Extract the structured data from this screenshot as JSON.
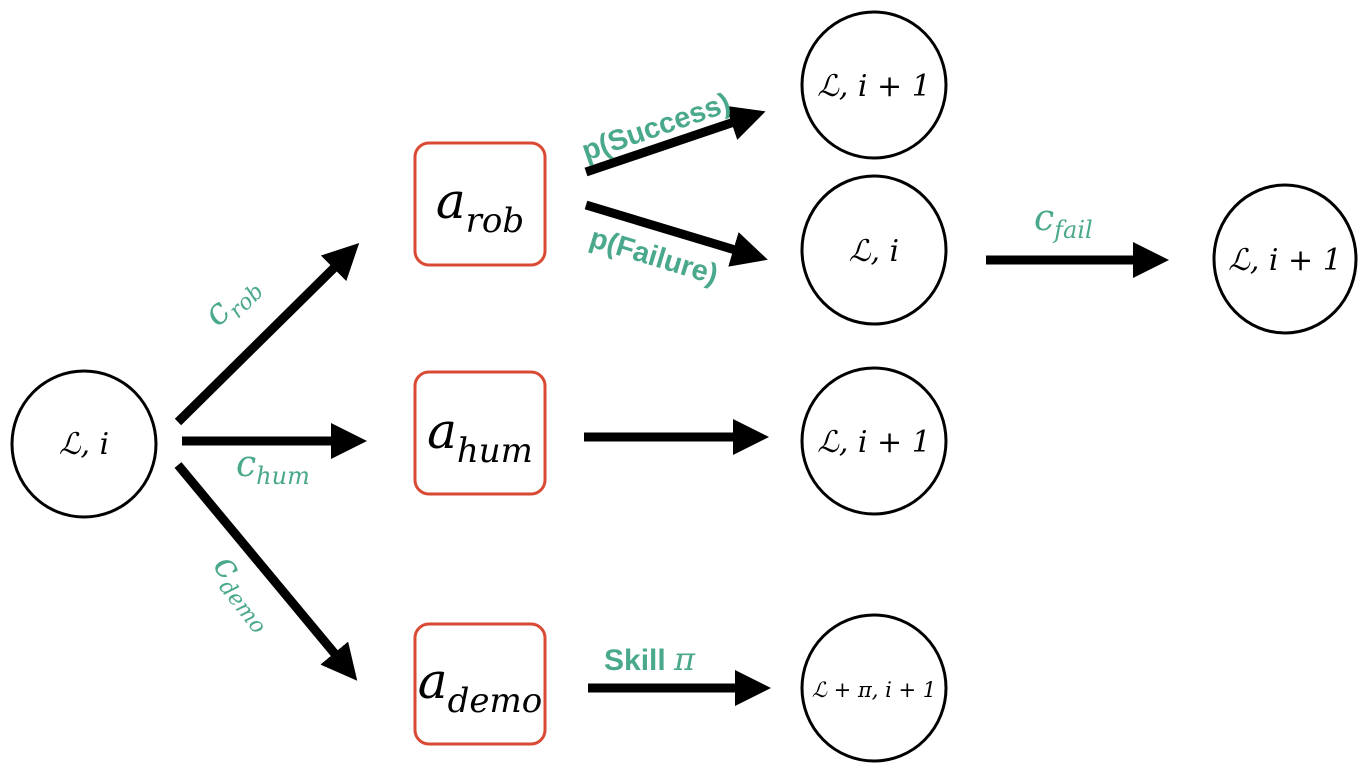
{
  "colors": {
    "edge_label": "#4aa88c",
    "action_border": "#d94a34",
    "arrow": "#000000",
    "node_border": "#000000"
  },
  "nodes": {
    "start": {
      "script": "ℒ",
      "rest": ", i"
    },
    "rob_success": {
      "script": "ℒ",
      "rest": ", i + 1"
    },
    "rob_failure": {
      "script": "ℒ",
      "rest": ", i"
    },
    "fail_result": {
      "script": "ℒ",
      "rest": ", i + 1"
    },
    "hum_result": {
      "script": "ℒ",
      "rest": ", i + 1"
    },
    "demo_result": {
      "script": "ℒ",
      "rest": " + π, i + 1"
    }
  },
  "actions": {
    "rob": {
      "base": "a",
      "sub": "rob"
    },
    "hum": {
      "base": "a",
      "sub": "hum"
    },
    "demo": {
      "base": "a",
      "sub": "demo"
    }
  },
  "edge_labels": {
    "c_rob": {
      "base": "c",
      "sub": "rob"
    },
    "c_hum": {
      "base": "c",
      "sub": "hum"
    },
    "c_demo": {
      "base": "c",
      "sub": "demo"
    },
    "c_fail": {
      "base": "c",
      "sub": "fail"
    },
    "p_success": "p(Success)",
    "p_failure": "p(Failure)",
    "skill": {
      "text": "Skill ",
      "symbol": "π"
    }
  }
}
